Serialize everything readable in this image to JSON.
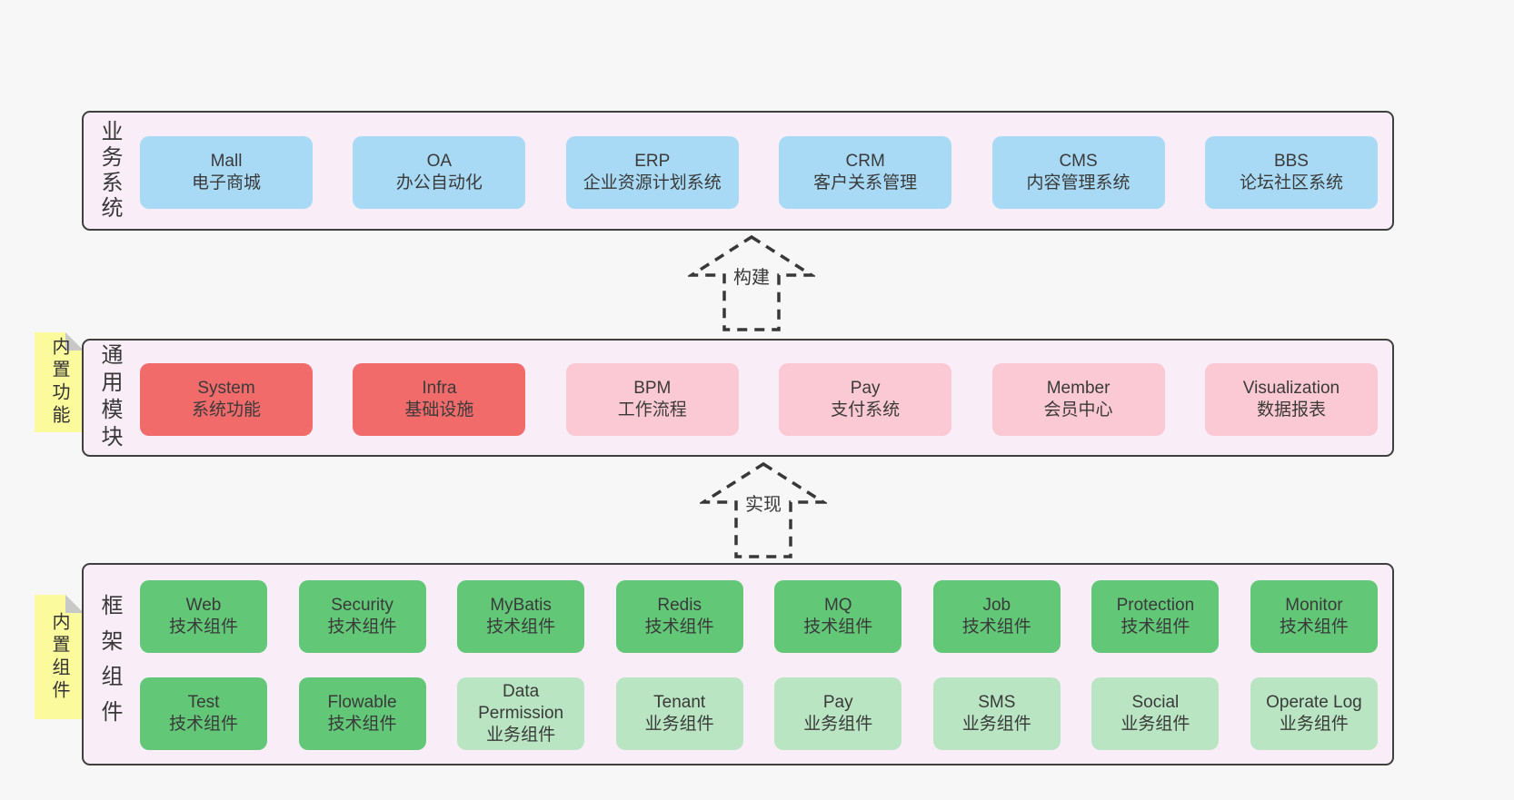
{
  "colors": {
    "page_bg": "#f7f7f7",
    "band_bg": "#f9eef7",
    "band_border": "#3f3f3f",
    "blue": "#a9daf5",
    "red": "#f26b6b",
    "pink": "#fbc9d3",
    "green": "#62c878",
    "lightgreen": "#b9e5c2",
    "note_yellow": "#fbfa9d",
    "note_fold": "#c8c8c8",
    "text": "#383838"
  },
  "arrows": [
    {
      "label": "构建"
    },
    {
      "label": "实现"
    }
  ],
  "bands": [
    {
      "id": "business-systems",
      "label": "业务系统",
      "note": null,
      "rows": [
        [
          {
            "title": "Mall",
            "subtitle": "电子商城",
            "variant": "blue"
          },
          {
            "title": "OA",
            "subtitle": "办公自动化",
            "variant": "blue"
          },
          {
            "title": "ERP",
            "subtitle": "企业资源计划系统",
            "variant": "blue"
          },
          {
            "title": "CRM",
            "subtitle": "客户关系管理",
            "variant": "blue"
          },
          {
            "title": "CMS",
            "subtitle": "内容管理系统",
            "variant": "blue"
          },
          {
            "title": "BBS",
            "subtitle": "论坛社区系统",
            "variant": "blue"
          }
        ]
      ]
    },
    {
      "id": "common-modules",
      "label": "通用模块",
      "note": "内置功能",
      "rows": [
        [
          {
            "title": "System",
            "subtitle": "系统功能",
            "variant": "red"
          },
          {
            "title": "Infra",
            "subtitle": "基础设施",
            "variant": "red"
          },
          {
            "title": "BPM",
            "subtitle": "工作流程",
            "variant": "pink"
          },
          {
            "title": "Pay",
            "subtitle": "支付系统",
            "variant": "pink"
          },
          {
            "title": "Member",
            "subtitle": "会员中心",
            "variant": "pink"
          },
          {
            "title": "Visualization",
            "subtitle": "数据报表",
            "variant": "pink"
          }
        ]
      ]
    },
    {
      "id": "framework-components",
      "label": "框架组件",
      "note": "内置组件",
      "rows": [
        [
          {
            "title": "Web",
            "subtitle": "技术组件",
            "variant": "green"
          },
          {
            "title": "Security",
            "subtitle": "技术组件",
            "variant": "green"
          },
          {
            "title": "MyBatis",
            "subtitle": "技术组件",
            "variant": "green"
          },
          {
            "title": "Redis",
            "subtitle": "技术组件",
            "variant": "green"
          },
          {
            "title": "MQ",
            "subtitle": "技术组件",
            "variant": "green"
          },
          {
            "title": "Job",
            "subtitle": "技术组件",
            "variant": "green"
          },
          {
            "title": "Protection",
            "subtitle": "技术组件",
            "variant": "green"
          },
          {
            "title": "Monitor",
            "subtitle": "技术组件",
            "variant": "green"
          }
        ],
        [
          {
            "title": "Test",
            "subtitle": "技术组件",
            "variant": "green"
          },
          {
            "title": "Flowable",
            "subtitle": "技术组件",
            "variant": "green"
          },
          {
            "title": "Data Permission",
            "subtitle": "业务组件",
            "variant": "lightgreen"
          },
          {
            "title": "Tenant",
            "subtitle": "业务组件",
            "variant": "lightgreen"
          },
          {
            "title": "Pay",
            "subtitle": "业务组件",
            "variant": "lightgreen"
          },
          {
            "title": "SMS",
            "subtitle": "业务组件",
            "variant": "lightgreen"
          },
          {
            "title": "Social",
            "subtitle": "业务组件",
            "variant": "lightgreen"
          },
          {
            "title": "Operate Log",
            "subtitle": "业务组件",
            "variant": "lightgreen"
          }
        ]
      ]
    }
  ]
}
